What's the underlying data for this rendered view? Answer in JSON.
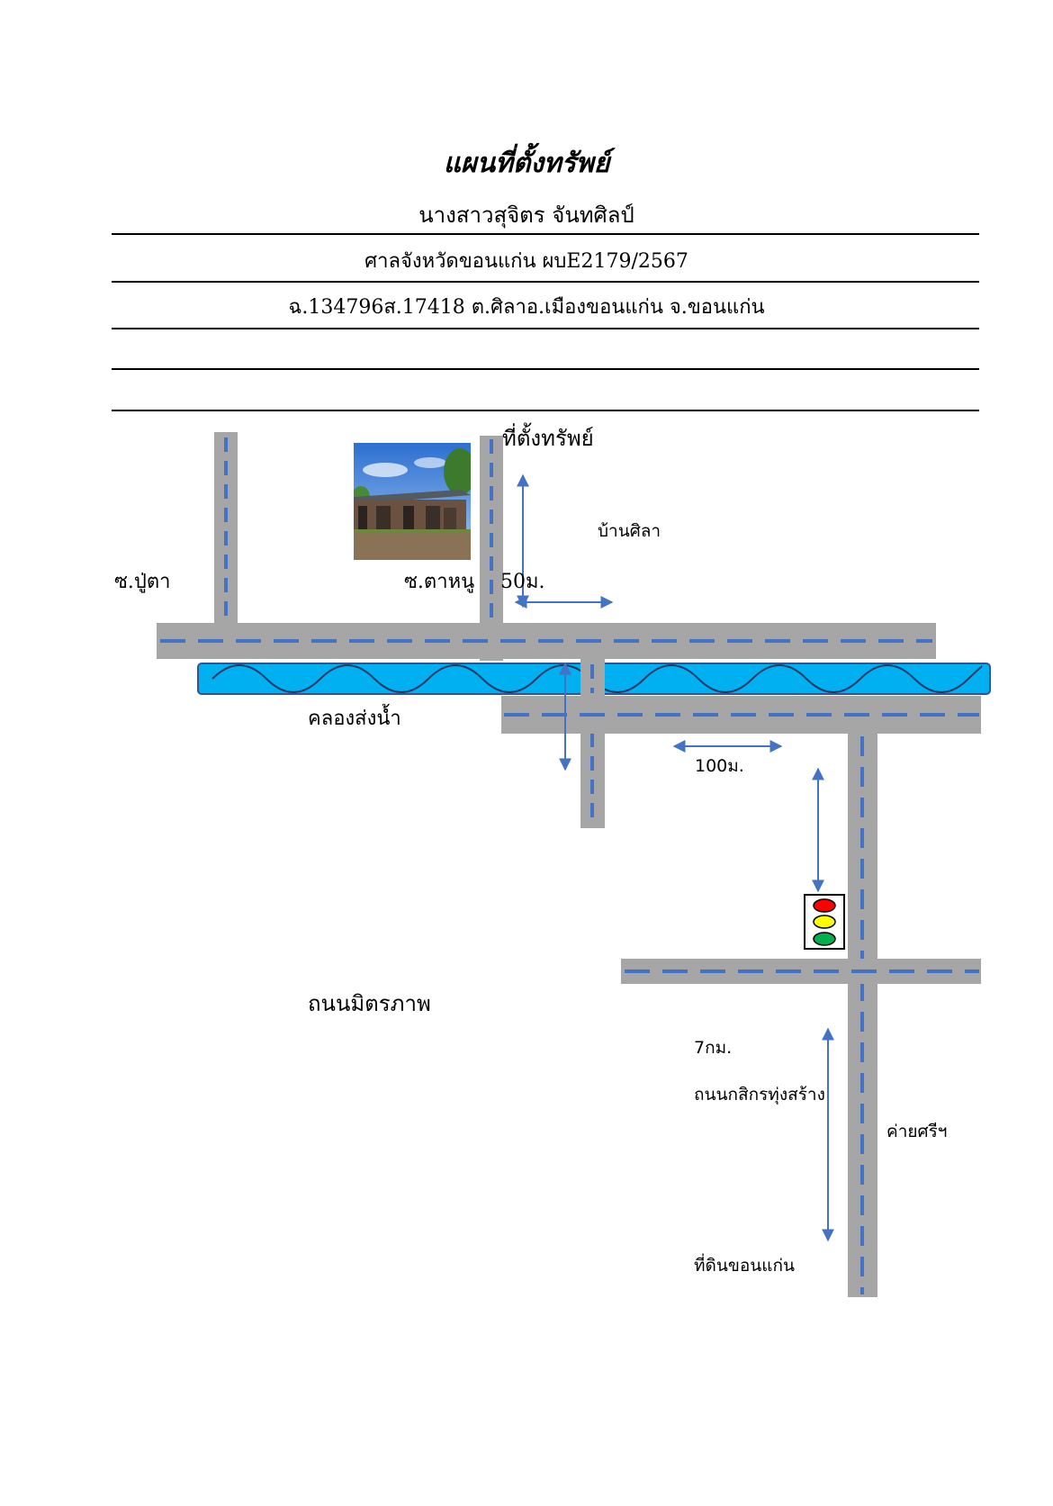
{
  "header": {
    "title": "แผนที่ตั้งทรัพย์",
    "owner": "นางสาวสุจิตร จันทศิลป์",
    "court_case": "ศาลจังหวัดขอนแก่น ผบE2179/2567",
    "deed": "ฉ.134796ส.17418 ต.ศิลาอ.เมืองขอนแก่น จ.ขอนแก่น"
  },
  "map": {
    "labels": {
      "property": "ที่ตั้งทรัพย์",
      "ban_sila": "บ้านศิลา",
      "soi_pu_ta": "ซ.ปู่ตา",
      "soi_ta_nu": "ซ.ตาหนู",
      "dist_50": "50ม.",
      "canal": "คลองส่งน้ำ",
      "dist_100": "100ม.",
      "mittraphap_road": "ถนนมิตรภาพ",
      "dist_7km": "7กม.",
      "kasikorn_road": "ถนนกสิกรทุ่งสร้าง",
      "camp_sri": "ค่ายศรีฯ",
      "land_office": "ที่ดินขอนแก่น"
    },
    "colors": {
      "road": "#a6a6a6",
      "road_dash": "#4472c4",
      "canal_fill": "#00b0f0",
      "canal_border": "#2f5597",
      "arrow": "#4472c4",
      "light_red": "#ff0000",
      "light_yellow": "#ffff00",
      "light_green": "#00b050"
    },
    "icons": [
      "house-photo",
      "traffic-light-icon"
    ]
  }
}
